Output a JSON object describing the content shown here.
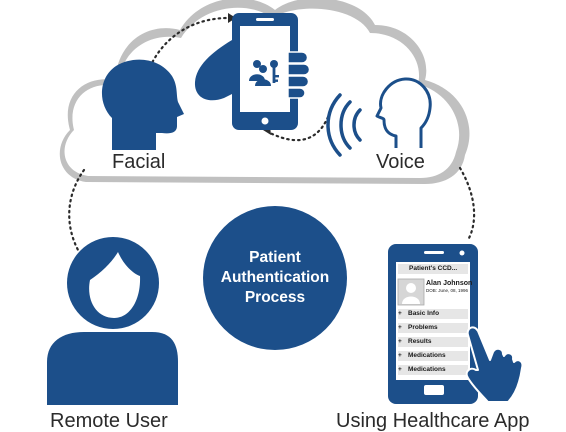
{
  "diagram": {
    "center_title": "Patient\nAuthentication\nProcess",
    "nodes": {
      "facial": "Facial",
      "voice": "Voice",
      "remote_user": "Remote User",
      "healthcare_app": "Using Healthcare App"
    },
    "app_screen": {
      "title": "Patient's CCD...",
      "patient_name": "Alan Johnson",
      "dob": "DOB: June, 08, 1996",
      "menu": [
        {
          "prefix": "+",
          "label": "Basic Info"
        },
        {
          "prefix": "+",
          "label": "Problems"
        },
        {
          "prefix": "+",
          "label": "Results"
        },
        {
          "prefix": "+",
          "label": "Medications"
        },
        {
          "prefix": "+",
          "label": "Medications"
        }
      ]
    },
    "colors": {
      "primary": "#1c4f8a",
      "cloud_outline": "#a8a8a8",
      "connector": "#2b2b2b",
      "screen_bg": "#ffffff",
      "row_bg": "#e6e6e6"
    },
    "icons": [
      "cloud-icon",
      "face-profile-icon",
      "phone-in-hand-icon",
      "users-key-icon",
      "voice-head-icon",
      "sound-wave-icon",
      "user-avatar-icon",
      "phone-app-icon",
      "pointing-hand-icon"
    ]
  }
}
